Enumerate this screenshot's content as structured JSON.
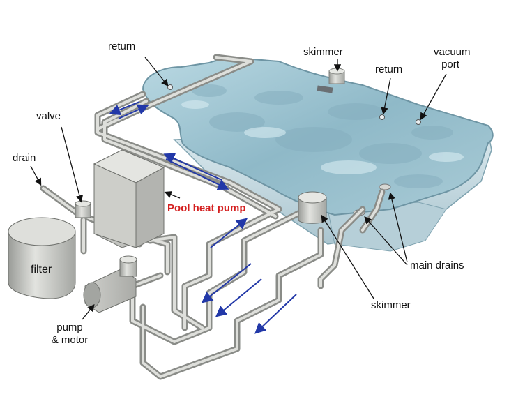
{
  "labels": {
    "return_left": "return",
    "skimmer_top": "skimmer",
    "return_right": "return",
    "vacuum_port_line1": "vacuum",
    "vacuum_port_line2": "port",
    "valve": "valve",
    "drain": "drain",
    "pool_heat_pump": "Pool heat pump",
    "filter": "filter",
    "main_drains": "main drains",
    "skimmer_bottom": "skimmer",
    "pump_motor_line1": "pump",
    "pump_motor_line2": "& motor"
  },
  "colors": {
    "water": "#9fc6d3",
    "pool_shell": "#c7dde6",
    "pipe": "#c9cac6",
    "pipe_dark": "#8c8e8a",
    "flow_arrow": "#2238a8",
    "heat_pump_label": "#d42020"
  }
}
